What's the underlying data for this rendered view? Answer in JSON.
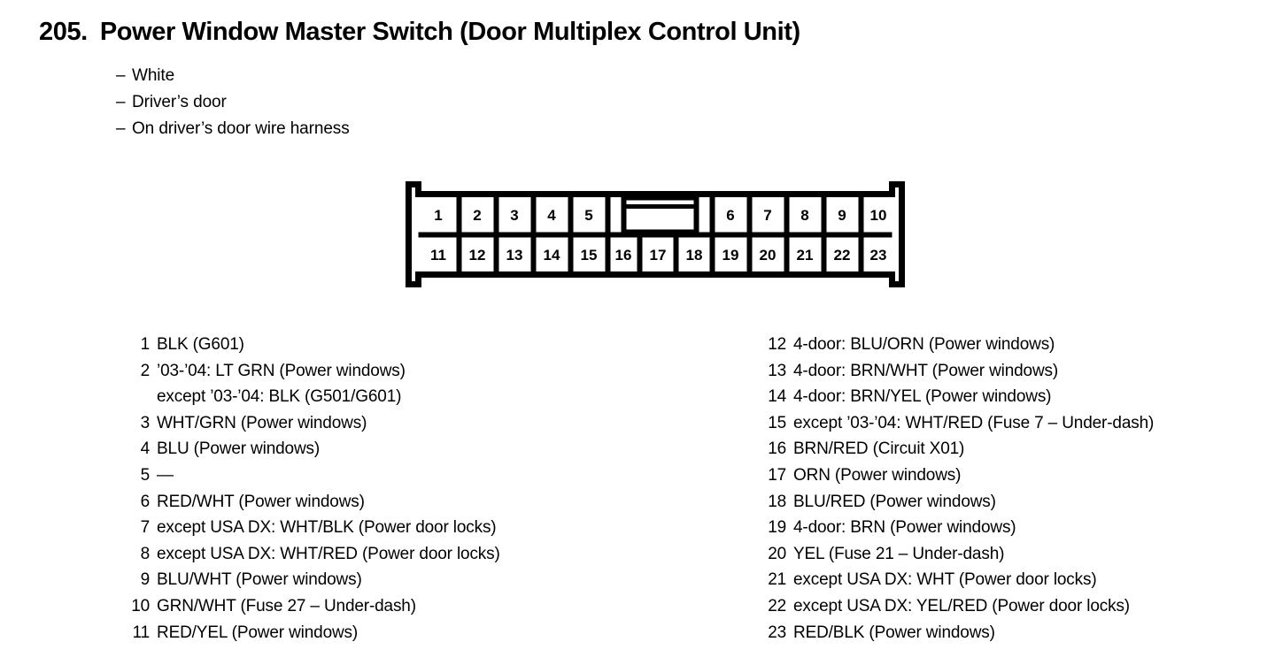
{
  "header": {
    "number": "205.",
    "title": "Power Window Master Switch (Door Multiplex Control Unit)"
  },
  "subtitle": {
    "dash": "–",
    "items": [
      "White",
      "Driver’s door",
      "On driver’s door wire harness"
    ]
  },
  "connector": {
    "name": "wiring-connector-pinout",
    "top_row_left": [
      "1",
      "2",
      "3",
      "4",
      "5"
    ],
    "top_row_right": [
      "6",
      "7",
      "8",
      "9",
      "10"
    ],
    "bottom_row": [
      "11",
      "12",
      "13",
      "14",
      "15",
      "16",
      "17",
      "18",
      "19",
      "20",
      "21",
      "22",
      "23"
    ],
    "has_center_slot": true,
    "outline_color": "#000000",
    "fill_color": "#ffffff"
  },
  "pins_left": [
    {
      "no": "1",
      "desc": "BLK (G601)"
    },
    {
      "no": "2",
      "desc": "’03-’04: LT GRN (Power windows)"
    },
    {
      "no": "",
      "desc": "except ’03-’04: BLK (G501/G601)",
      "continuation": true
    },
    {
      "no": "3",
      "desc": "WHT/GRN (Power windows)"
    },
    {
      "no": "4",
      "desc": "BLU (Power windows)"
    },
    {
      "no": "5",
      "desc": "—"
    },
    {
      "no": "6",
      "desc": "RED/WHT (Power windows)"
    },
    {
      "no": "7",
      "desc": "except USA DX: WHT/BLK (Power door locks)"
    },
    {
      "no": "8",
      "desc": "except USA DX: WHT/RED (Power door locks)"
    },
    {
      "no": "9",
      "desc": "BLU/WHT (Power windows)"
    },
    {
      "no": "10",
      "desc": "GRN/WHT (Fuse 27 – Under-dash)"
    },
    {
      "no": "11",
      "desc": "RED/YEL (Power windows)"
    }
  ],
  "pins_right": [
    {
      "no": "12",
      "desc": "4-door: BLU/ORN (Power windows)"
    },
    {
      "no": "13",
      "desc": "4-door: BRN/WHT (Power windows)"
    },
    {
      "no": "14",
      "desc": "4-door: BRN/YEL (Power windows)"
    },
    {
      "no": "15",
      "desc": "except ’03-’04: WHT/RED (Fuse 7 – Under-dash)"
    },
    {
      "no": "16",
      "desc": "BRN/RED (Circuit X01)"
    },
    {
      "no": "17",
      "desc": "ORN (Power windows)"
    },
    {
      "no": "18",
      "desc": "BLU/RED (Power windows)"
    },
    {
      "no": "19",
      "desc": "4-door: BRN (Power windows)"
    },
    {
      "no": "20",
      "desc": "YEL (Fuse 21 – Under-dash)"
    },
    {
      "no": "21",
      "desc": "except USA DX: WHT (Power door locks)"
    },
    {
      "no": "22",
      "desc": "except USA DX: YEL/RED (Power door locks)"
    },
    {
      "no": "23",
      "desc": "RED/BLK (Power windows)"
    }
  ]
}
